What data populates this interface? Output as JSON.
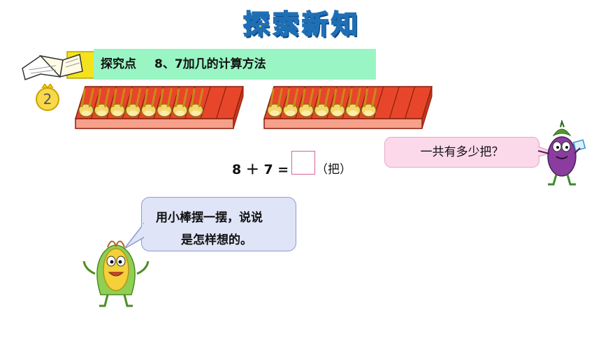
{
  "header": {
    "title": "探索新知"
  },
  "section": {
    "label": "探究点",
    "topic": "8、7加几的计算方法",
    "badge_number": "2"
  },
  "equation": {
    "expression": "8 ＋ 7 =",
    "unit": "（把）"
  },
  "bubbles": {
    "question": "一共有多少把？",
    "hint_line1": "用小棒摆一摆，说说",
    "hint_line2": "是怎样想的。"
  },
  "trays": [
    {
      "filled_slots": 8,
      "total_slots": 10
    },
    {
      "filled_slots": 7,
      "total_slots": 10
    }
  ],
  "colors": {
    "banner": "#99f5c3",
    "tray_red": "#e8462a",
    "bubble_pink": "#fbd9ea",
    "bubble_blue": "#dfe4f7",
    "title_yellow": "#f3e23a"
  },
  "icons": [
    "open-book-icon",
    "chick-badge-icon",
    "eggplant-character",
    "corn-character"
  ]
}
